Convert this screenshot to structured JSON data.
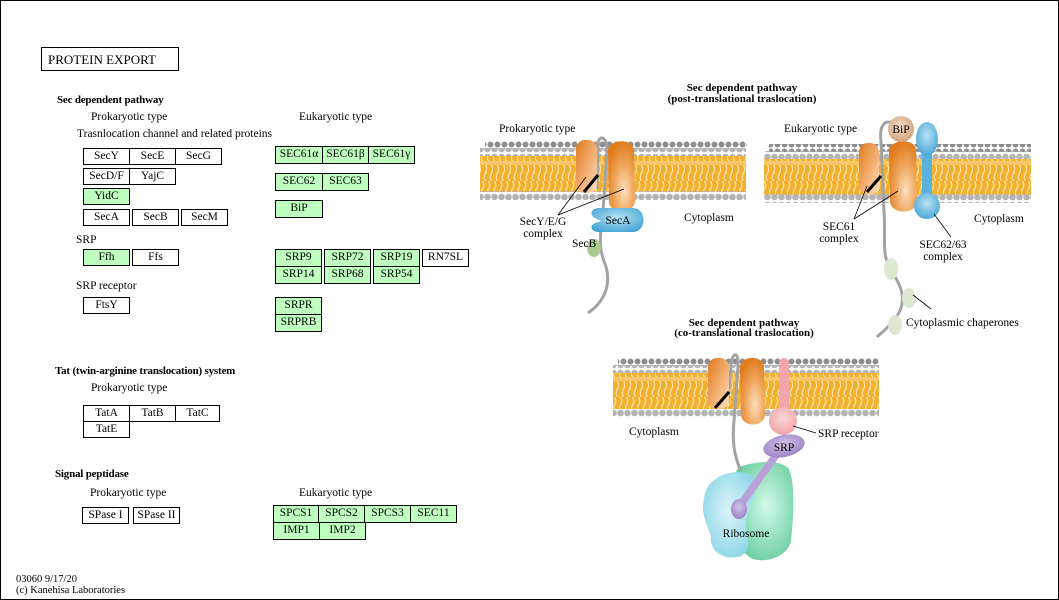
{
  "title": "PROTEIN EXPORT",
  "colors": {
    "highlight": "#bfffbf",
    "membrane_tails": "#f2b030",
    "membrane_heads": "#a9a9a9",
    "channel_orange": "#e8862a",
    "seca_blue": "#4aa8d8",
    "srp_purple": "#a288c8",
    "srp_receptor_pink": "#f2a5aa",
    "ribosome_green": "#7cd7b0",
    "ribosome_blue": "#a6e2ee"
  },
  "sec_pathway": {
    "heading": "Sec dependent pathway",
    "prokaryotic": {
      "label": "Prokaryotic type",
      "group_label": "Trasnlocation channel and related proteins",
      "channel": [
        {
          "label": "SecY",
          "highlighted": false
        },
        {
          "label": "SecE",
          "highlighted": false
        },
        {
          "label": "SecG",
          "highlighted": false
        },
        {
          "label": "SecD/F",
          "highlighted": false
        },
        {
          "label": "YajC",
          "highlighted": false
        },
        {
          "label": "YidC",
          "highlighted": true
        },
        {
          "label": "SecA",
          "highlighted": false
        },
        {
          "label": "SecB",
          "highlighted": false
        },
        {
          "label": "SecM",
          "highlighted": false
        }
      ],
      "srp_label": "SRP",
      "srp": [
        {
          "label": "Ffh",
          "highlighted": true
        },
        {
          "label": "Ffs",
          "highlighted": false
        }
      ],
      "srp_receptor_label": "SRP receptor",
      "srp_receptor": [
        {
          "label": "FtsY",
          "highlighted": false
        }
      ]
    },
    "eukaryotic": {
      "label": "Eukaryotic type",
      "channel": [
        {
          "label": "SEC61α",
          "highlighted": true
        },
        {
          "label": "SEC61β",
          "highlighted": true
        },
        {
          "label": "SEC61γ",
          "highlighted": true
        },
        {
          "label": "SEC62",
          "highlighted": true
        },
        {
          "label": "SEC63",
          "highlighted": true
        },
        {
          "label": "BiP",
          "highlighted": true
        }
      ],
      "srp": [
        {
          "label": "SRP9",
          "highlighted": true
        },
        {
          "label": "SRP72",
          "highlighted": true
        },
        {
          "label": "SRP19",
          "highlighted": true
        },
        {
          "label": "RN7SL",
          "highlighted": false
        },
        {
          "label": "SRP14",
          "highlighted": true
        },
        {
          "label": "SRP68",
          "highlighted": true
        },
        {
          "label": "SRP54",
          "highlighted": true
        }
      ],
      "srp_receptor": [
        {
          "label": "SRPR",
          "highlighted": true
        },
        {
          "label": "SRPRB",
          "highlighted": true
        }
      ]
    }
  },
  "tat_system": {
    "heading": "Tat (twin-arginine translocation) system",
    "prokaryotic": {
      "label": "Prokaryotic type",
      "boxes": [
        {
          "label": "TatA",
          "highlighted": false
        },
        {
          "label": "TatB",
          "highlighted": false
        },
        {
          "label": "TatC",
          "highlighted": false
        },
        {
          "label": "TatE",
          "highlighted": false
        }
      ]
    }
  },
  "signal_peptidase": {
    "heading": "Signal peptidase",
    "prokaryotic": {
      "label": "Prokaryotic type",
      "boxes": [
        {
          "label": "SPase I",
          "highlighted": false
        },
        {
          "label": "SPase II",
          "highlighted": false
        }
      ]
    },
    "eukaryotic": {
      "label": "Eukaryotic type",
      "boxes": [
        {
          "label": "SPCS1",
          "highlighted": true
        },
        {
          "label": "SPCS2",
          "highlighted": true
        },
        {
          "label": "SPCS3",
          "highlighted": true
        },
        {
          "label": "SEC11",
          "highlighted": true
        },
        {
          "label": "IMP1",
          "highlighted": true
        },
        {
          "label": "IMP2",
          "highlighted": true
        }
      ]
    }
  },
  "diagram": {
    "post_translational": {
      "title_line1": "Sec dependent pathway",
      "title_line2": "(post-translational traslocation)",
      "prokaryotic": {
        "label": "Prokaryotic type",
        "secyeg_line1": "SecY/E/G",
        "secyeg_line2": "complex",
        "seca": "SecA",
        "secb": "SecB",
        "cytoplasm": "Cytoplasm"
      },
      "eukaryotic": {
        "label": "Eukaryotic type",
        "bip": "BiP",
        "sec61_line1": "SEC61",
        "sec61_line2": "complex",
        "sec6263_line1": "SEC62/63",
        "sec6263_line2": "complex",
        "cytoplasm": "Cytoplasm",
        "chaperones": "Cytoplasmic chaperones"
      }
    },
    "co_translational": {
      "title_line1": "Sec dependent pathway",
      "title_line2": "(co-translational traslocation)",
      "cytoplasm": "Cytoplasm",
      "srp_receptor": "SRP receptor",
      "srp": "SRP",
      "ribosome": "Ribosome"
    }
  },
  "footer": {
    "map_id_date": "03060 9/17/20",
    "copyright": "(c) Kanehisa Laboratories"
  }
}
